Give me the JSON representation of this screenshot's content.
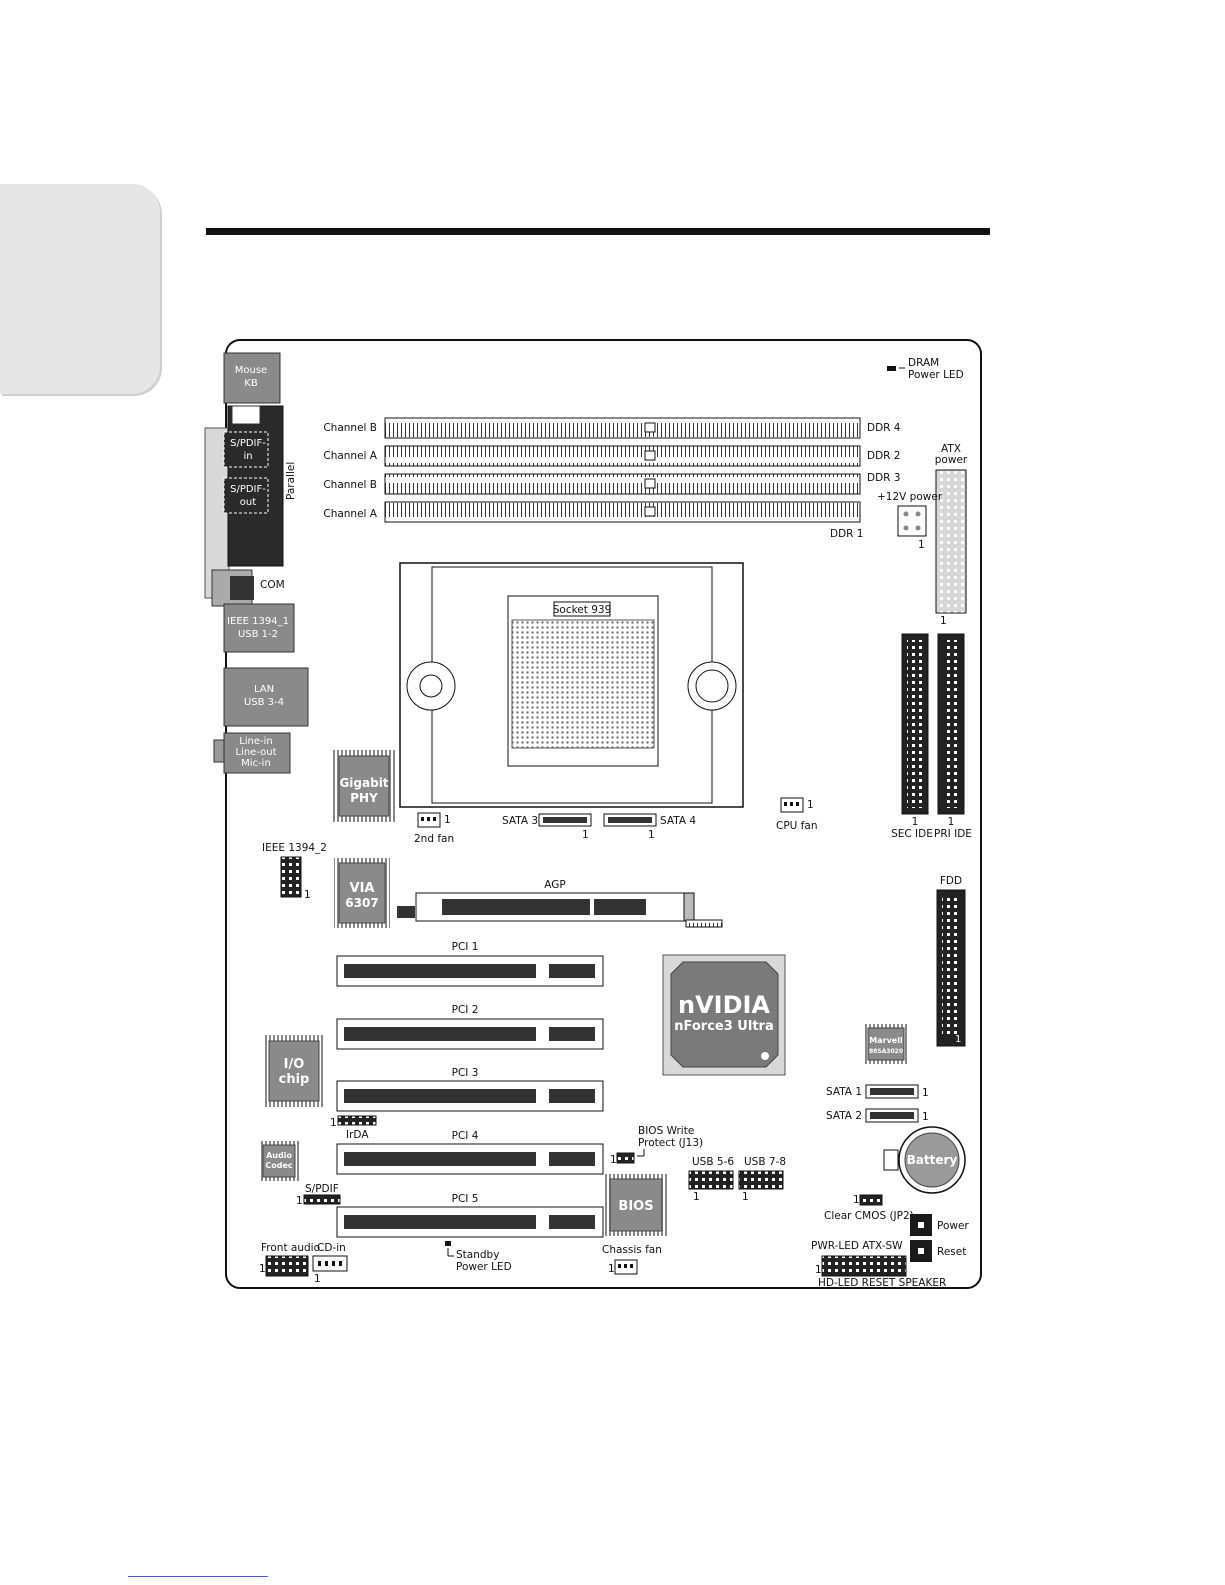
{
  "labels": {
    "mouse_kb": [
      "Mouse",
      "KB"
    ],
    "spdif_in": [
      "S/PDIF-",
      "in"
    ],
    "spdif_out": [
      "S/PDIF-",
      "out"
    ],
    "parallel": "Parallel",
    "com": "COM",
    "ieee_usb12": [
      "IEEE 1394_1",
      "USB 1-2"
    ],
    "lan_usb34": [
      "LAN",
      "USB 3-4"
    ],
    "audio_jacks": [
      "Line-in",
      "Line-out",
      "Mic-in"
    ],
    "dram_led": [
      "DRAM",
      "Power LED"
    ],
    "channel_b": "Channel B",
    "channel_a": "Channel A",
    "ddr4": "DDR 4",
    "ddr2": "DDR 2",
    "ddr3": "DDR 3",
    "ddr1": "DDR 1",
    "atx_power": [
      "ATX",
      "power"
    ],
    "plus12v": "+12V power",
    "socket": "Socket 939",
    "gigabit_phy": [
      "Gigabit",
      "PHY"
    ],
    "second_fan": "2nd fan",
    "sata3": "SATA 3",
    "sata4": "SATA 4",
    "cpu_fan": "CPU fan",
    "sec_ide": "SEC IDE",
    "pri_ide": "PRI IDE",
    "ieee1394_2": "IEEE 1394_2",
    "via": [
      "VIA",
      "6307"
    ],
    "agp": "AGP",
    "fdd": "FDD",
    "pci1": "PCI 1",
    "pci2": "PCI 2",
    "pci3": "PCI 3",
    "pci4": "PCI 4",
    "pci5": "PCI 5",
    "nvidia": [
      "nVIDIA",
      "nForce3 Ultra"
    ],
    "marvell": [
      "Marvell",
      "88SA3020"
    ],
    "io_chip": [
      "I/O",
      "chip"
    ],
    "irda": "IrDA",
    "sata1": "SATA 1",
    "sata2": "SATA 2",
    "bios_write": [
      "BIOS Write",
      "Protect (J13)"
    ],
    "usb56": "USB 5-6",
    "usb78": "USB 7-8",
    "battery": "Battery",
    "audio_codec": [
      "Audio",
      "Codec"
    ],
    "spdif": "S/PDIF",
    "bios": "BIOS",
    "clear_cmos": "Clear CMOS (JP2)",
    "power": "Power",
    "reset": "Reset",
    "front_audio": "Front audio",
    "cd_in": "CD-in",
    "standby_led": [
      "Standby",
      "Power LED"
    ],
    "chassis_fan": "Chassis fan",
    "pwr_led_atx_sw": "PWR-LED ATX-SW",
    "hd_led_reset_speaker": "HD-LED RESET SPEAKER",
    "pin1": "1"
  }
}
